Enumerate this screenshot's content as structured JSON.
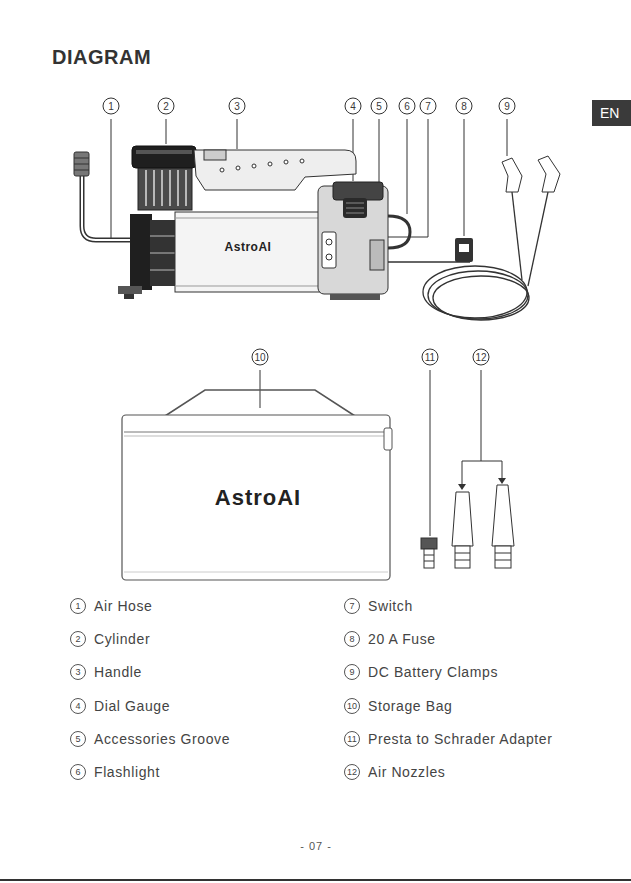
{
  "diagram": {
    "title": "DIAGRAM",
    "nodes": [
      {
        "text": [
          "EN"
        ]
      }
    ],
    "labels": [
      "1",
      "2",
      "3",
      "4",
      "5",
      "6",
      "7",
      "8",
      "9",
      "AstroAI",
      "10",
      "11",
      "12",
      "AstroAI",
      "1",
      "Air Hose",
      "7",
      "Switch",
      "2",
      "Cylinder",
      "8",
      "20 A Fuse",
      "3",
      "Handle",
      "9",
      "DC Battery Clamps",
      "4",
      "Dial Gauge",
      "10",
      "Storage Bag",
      "5",
      "Accessories Groove",
      "11",
      "Presta to Schrader Adapter",
      "6",
      "Flashlight",
      "12",
      "Air Nozzles",
      "- 07 -"
    ]
  }
}
